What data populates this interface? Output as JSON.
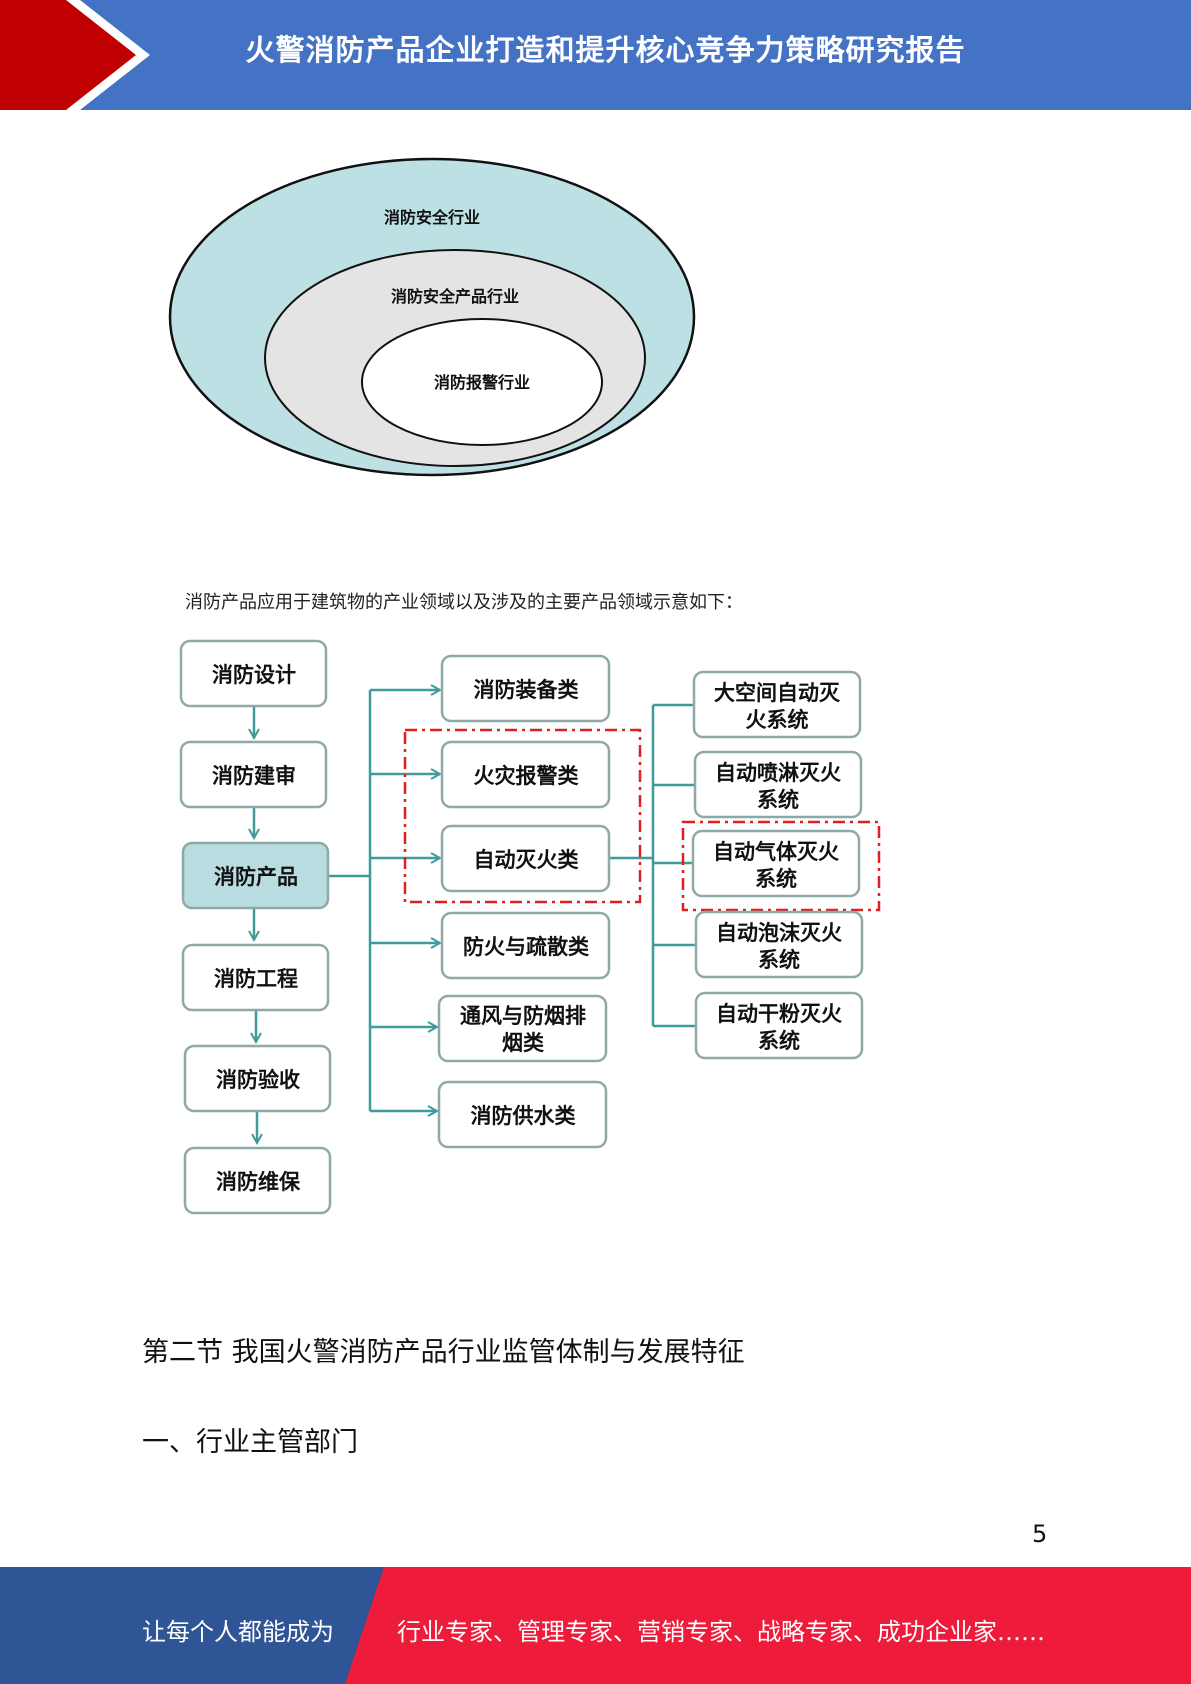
{
  "header": {
    "title": "火警消防产品企业打造和提升核心竞争力策略研究报告"
  },
  "colors": {
    "header_blue": "#4472c4",
    "accent_red": "#c00000",
    "footer_blue": "#2f5597",
    "footer_red": "#ee1c3a",
    "teal": "#3f9a9a"
  },
  "ellipses": {
    "outer": "消防安全行业",
    "middle": "消防安全产品行业",
    "inner": "消防报警行业"
  },
  "caption": "消防产品应用于建筑物的产业领域以及涉及的主要产品领域示意如下：",
  "flow": {
    "stages": [
      "消防设计",
      "消防建审",
      "消防产品",
      "消防工程",
      "消防验收",
      "消防维保"
    ],
    "categories": [
      [
        "消防装备类"
      ],
      [
        "火灾报警类"
      ],
      [
        "自动灭火类"
      ],
      [
        "防火与疏散类"
      ],
      [
        "通风与防烟排",
        "烟类"
      ],
      [
        "消防供水类"
      ]
    ],
    "systems": [
      [
        "大空间自动灭",
        "火系统"
      ],
      [
        "自动喷淋灭火",
        "系统"
      ],
      [
        "自动气体灭火",
        "系统"
      ],
      [
        "自动泡沫灭火",
        "系统"
      ],
      [
        "自动干粉灭火",
        "系统"
      ]
    ]
  },
  "section_title": "第二节  我国火警消防产品行业监管体制与发展特征",
  "subsection_title": "一、行业主管部门",
  "page_number": "5",
  "footer": {
    "left": "让每个人都能成为",
    "right": "行业专家、管理专家、营销专家、战略专家、成功企业家……"
  }
}
